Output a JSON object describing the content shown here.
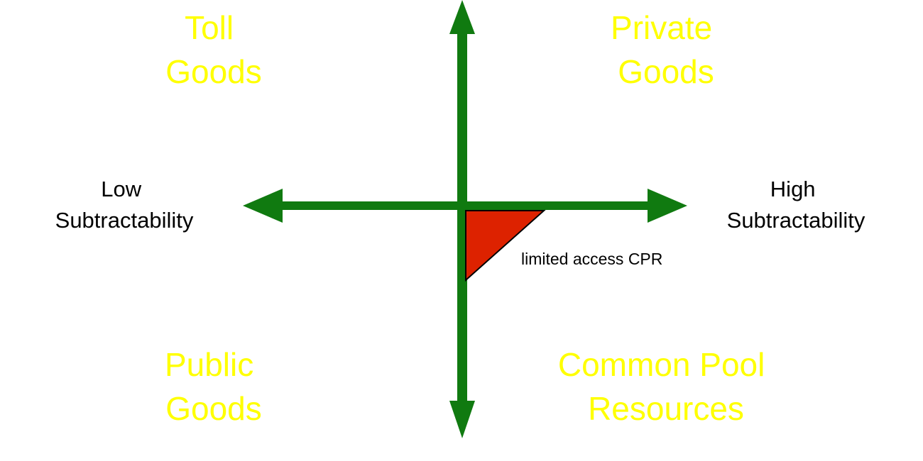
{
  "colors": {
    "axis": "#107a10",
    "quadrant_text": "#ffff00",
    "axis_text": "#000000",
    "region_fill": "#dd2200",
    "region_stroke": "#000000",
    "background": "#ffffff"
  },
  "quadrants": {
    "top_left": [
      "Toll",
      "Goods"
    ],
    "top_right": [
      "Private",
      "Goods"
    ],
    "bottom_left": [
      "Public",
      "Goods"
    ],
    "bottom_right": [
      "Common Pool",
      "Resources"
    ]
  },
  "axes": {
    "left": [
      "Low",
      "Subtractability"
    ],
    "right": [
      "High",
      "Subtractability"
    ]
  },
  "region": {
    "label": "limited access CPR"
  }
}
